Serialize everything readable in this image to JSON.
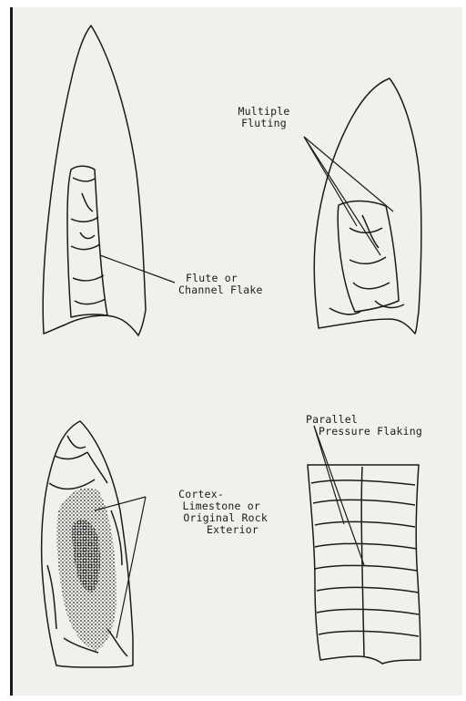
{
  "figure": {
    "labels": {
      "multiple_fluting_1": "Multiple",
      "multiple_fluting_2": "Fluting",
      "flute_1": "Flute or",
      "flute_2": "Channel Flake",
      "cortex_1": "Cortex-",
      "cortex_2": "Limestone or",
      "cortex_3": "Original Rock",
      "cortex_4": "Exterior",
      "parallel_1": "Parallel",
      "parallel_2": "Pressure Flaking"
    },
    "colors": {
      "ink": "#1b1b1b",
      "paper": "#f1f0ec",
      "cortex": "#2a2a2a"
    }
  }
}
